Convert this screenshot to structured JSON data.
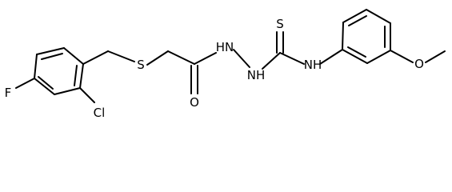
{
  "molecule": {
    "atoms": {
      "cl": "Cl",
      "f": "F",
      "s_thioether": "S",
      "o_carbonyl": "O",
      "nh_hydrazide": "HN",
      "nh_hydrazine": "NH",
      "s_thione": "S",
      "nh_aryl": "NH",
      "o_methoxy": "O"
    },
    "colors": {
      "bond": "#000000",
      "label": "#000000",
      "background": "#ffffff"
    }
  }
}
